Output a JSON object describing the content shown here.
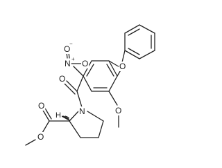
{
  "diagram": {
    "type": "chemical-structure",
    "atoms": {
      "nitro_o_top": "O",
      "nitro_o_minus": "−",
      "nitro_n": "N",
      "nitro_n_plus": "+",
      "nitro_o_right": "O",
      "benzyl_ether_o": "O",
      "methoxy_o": "O",
      "carbonyl_o": "O",
      "ring_n": "N",
      "stereo_h": "H",
      "ester_o_double": "O",
      "ester_o_single": "O"
    }
  }
}
